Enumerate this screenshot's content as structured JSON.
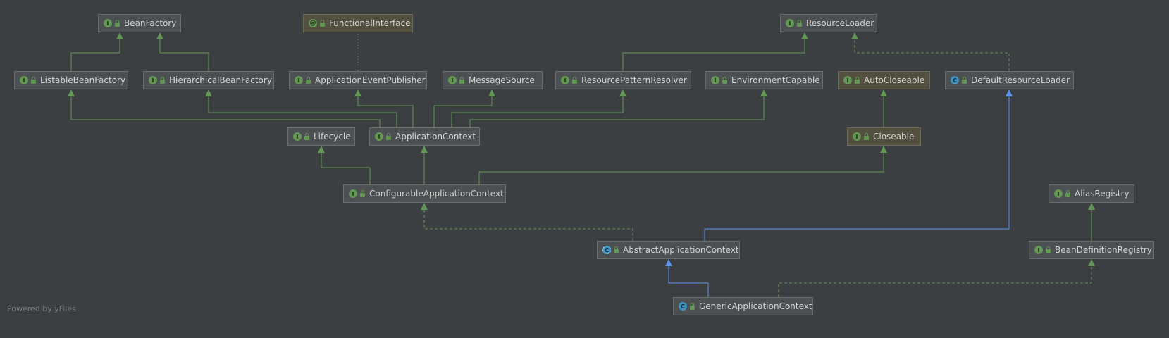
{
  "diagram": {
    "nodes": [
      {
        "id": "BeanFactory",
        "label": "BeanFactory",
        "kind": "interface"
      },
      {
        "id": "FunctionalInterface",
        "label": "FunctionalInterface",
        "kind": "annotation"
      },
      {
        "id": "ResourceLoader",
        "label": "ResourceLoader",
        "kind": "interface"
      },
      {
        "id": "ListableBeanFactory",
        "label": "ListableBeanFactory",
        "kind": "interface"
      },
      {
        "id": "HierarchicalBeanFactory",
        "label": "HierarchicalBeanFactory",
        "kind": "interface"
      },
      {
        "id": "ApplicationEventPublisher",
        "label": "ApplicationEventPublisher",
        "kind": "interface"
      },
      {
        "id": "MessageSource",
        "label": "MessageSource",
        "kind": "interface"
      },
      {
        "id": "ResourcePatternResolver",
        "label": "ResourcePatternResolver",
        "kind": "interface"
      },
      {
        "id": "EnvironmentCapable",
        "label": "EnvironmentCapable",
        "kind": "interface"
      },
      {
        "id": "AutoCloseable",
        "label": "AutoCloseable",
        "kind": "interface"
      },
      {
        "id": "DefaultResourceLoader",
        "label": "DefaultResourceLoader",
        "kind": "class"
      },
      {
        "id": "Lifecycle",
        "label": "Lifecycle",
        "kind": "interface"
      },
      {
        "id": "ApplicationContext",
        "label": "ApplicationContext",
        "kind": "interface"
      },
      {
        "id": "Closeable",
        "label": "Closeable",
        "kind": "interface"
      },
      {
        "id": "ConfigurableApplicationContext",
        "label": "ConfigurableApplicationContext",
        "kind": "interface"
      },
      {
        "id": "AliasRegistry",
        "label": "AliasRegistry",
        "kind": "interface"
      },
      {
        "id": "AbstractApplicationContext",
        "label": "AbstractApplicationContext",
        "kind": "abstract"
      },
      {
        "id": "BeanDefinitionRegistry",
        "label": "BeanDefinitionRegistry",
        "kind": "interface"
      },
      {
        "id": "GenericApplicationContext",
        "label": "GenericApplicationContext",
        "kind": "class"
      }
    ],
    "edges": [
      {
        "from": "ListableBeanFactory",
        "to": "BeanFactory",
        "type": "extends"
      },
      {
        "from": "HierarchicalBeanFactory",
        "to": "BeanFactory",
        "type": "extends"
      },
      {
        "from": "ApplicationEventPublisher",
        "to": "FunctionalInterface",
        "type": "annotated"
      },
      {
        "from": "ResourcePatternResolver",
        "to": "ResourceLoader",
        "type": "extends"
      },
      {
        "from": "DefaultResourceLoader",
        "to": "ResourceLoader",
        "type": "implements"
      },
      {
        "from": "ApplicationContext",
        "to": "ListableBeanFactory",
        "type": "extends"
      },
      {
        "from": "ApplicationContext",
        "to": "HierarchicalBeanFactory",
        "type": "extends"
      },
      {
        "from": "ApplicationContext",
        "to": "ApplicationEventPublisher",
        "type": "extends"
      },
      {
        "from": "ApplicationContext",
        "to": "MessageSource",
        "type": "extends"
      },
      {
        "from": "ApplicationContext",
        "to": "ResourcePatternResolver",
        "type": "extends"
      },
      {
        "from": "ApplicationContext",
        "to": "EnvironmentCapable",
        "type": "extends"
      },
      {
        "from": "Closeable",
        "to": "AutoCloseable",
        "type": "extends"
      },
      {
        "from": "ConfigurableApplicationContext",
        "to": "Lifecycle",
        "type": "extends"
      },
      {
        "from": "ConfigurableApplicationContext",
        "to": "ApplicationContext",
        "type": "extends"
      },
      {
        "from": "ConfigurableApplicationContext",
        "to": "Closeable",
        "type": "extends"
      },
      {
        "from": "AbstractApplicationContext",
        "to": "ConfigurableApplicationContext",
        "type": "implements"
      },
      {
        "from": "AbstractApplicationContext",
        "to": "DefaultResourceLoader",
        "type": "class-extends"
      },
      {
        "from": "BeanDefinitionRegistry",
        "to": "AliasRegistry",
        "type": "extends"
      },
      {
        "from": "GenericApplicationContext",
        "to": "AbstractApplicationContext",
        "type": "class-extends"
      },
      {
        "from": "GenericApplicationContext",
        "to": "BeanDefinitionRegistry",
        "type": "implements"
      }
    ],
    "colors": {
      "background": "#3c3f41",
      "interface_edge": "#629755",
      "class_edge": "#5a95f5",
      "annotation_edge": "#8a8a4a",
      "node_fill": "#4d5052",
      "node_text": "#d4d4d4"
    }
  },
  "footer": {
    "text": "Powered by yFiles"
  }
}
